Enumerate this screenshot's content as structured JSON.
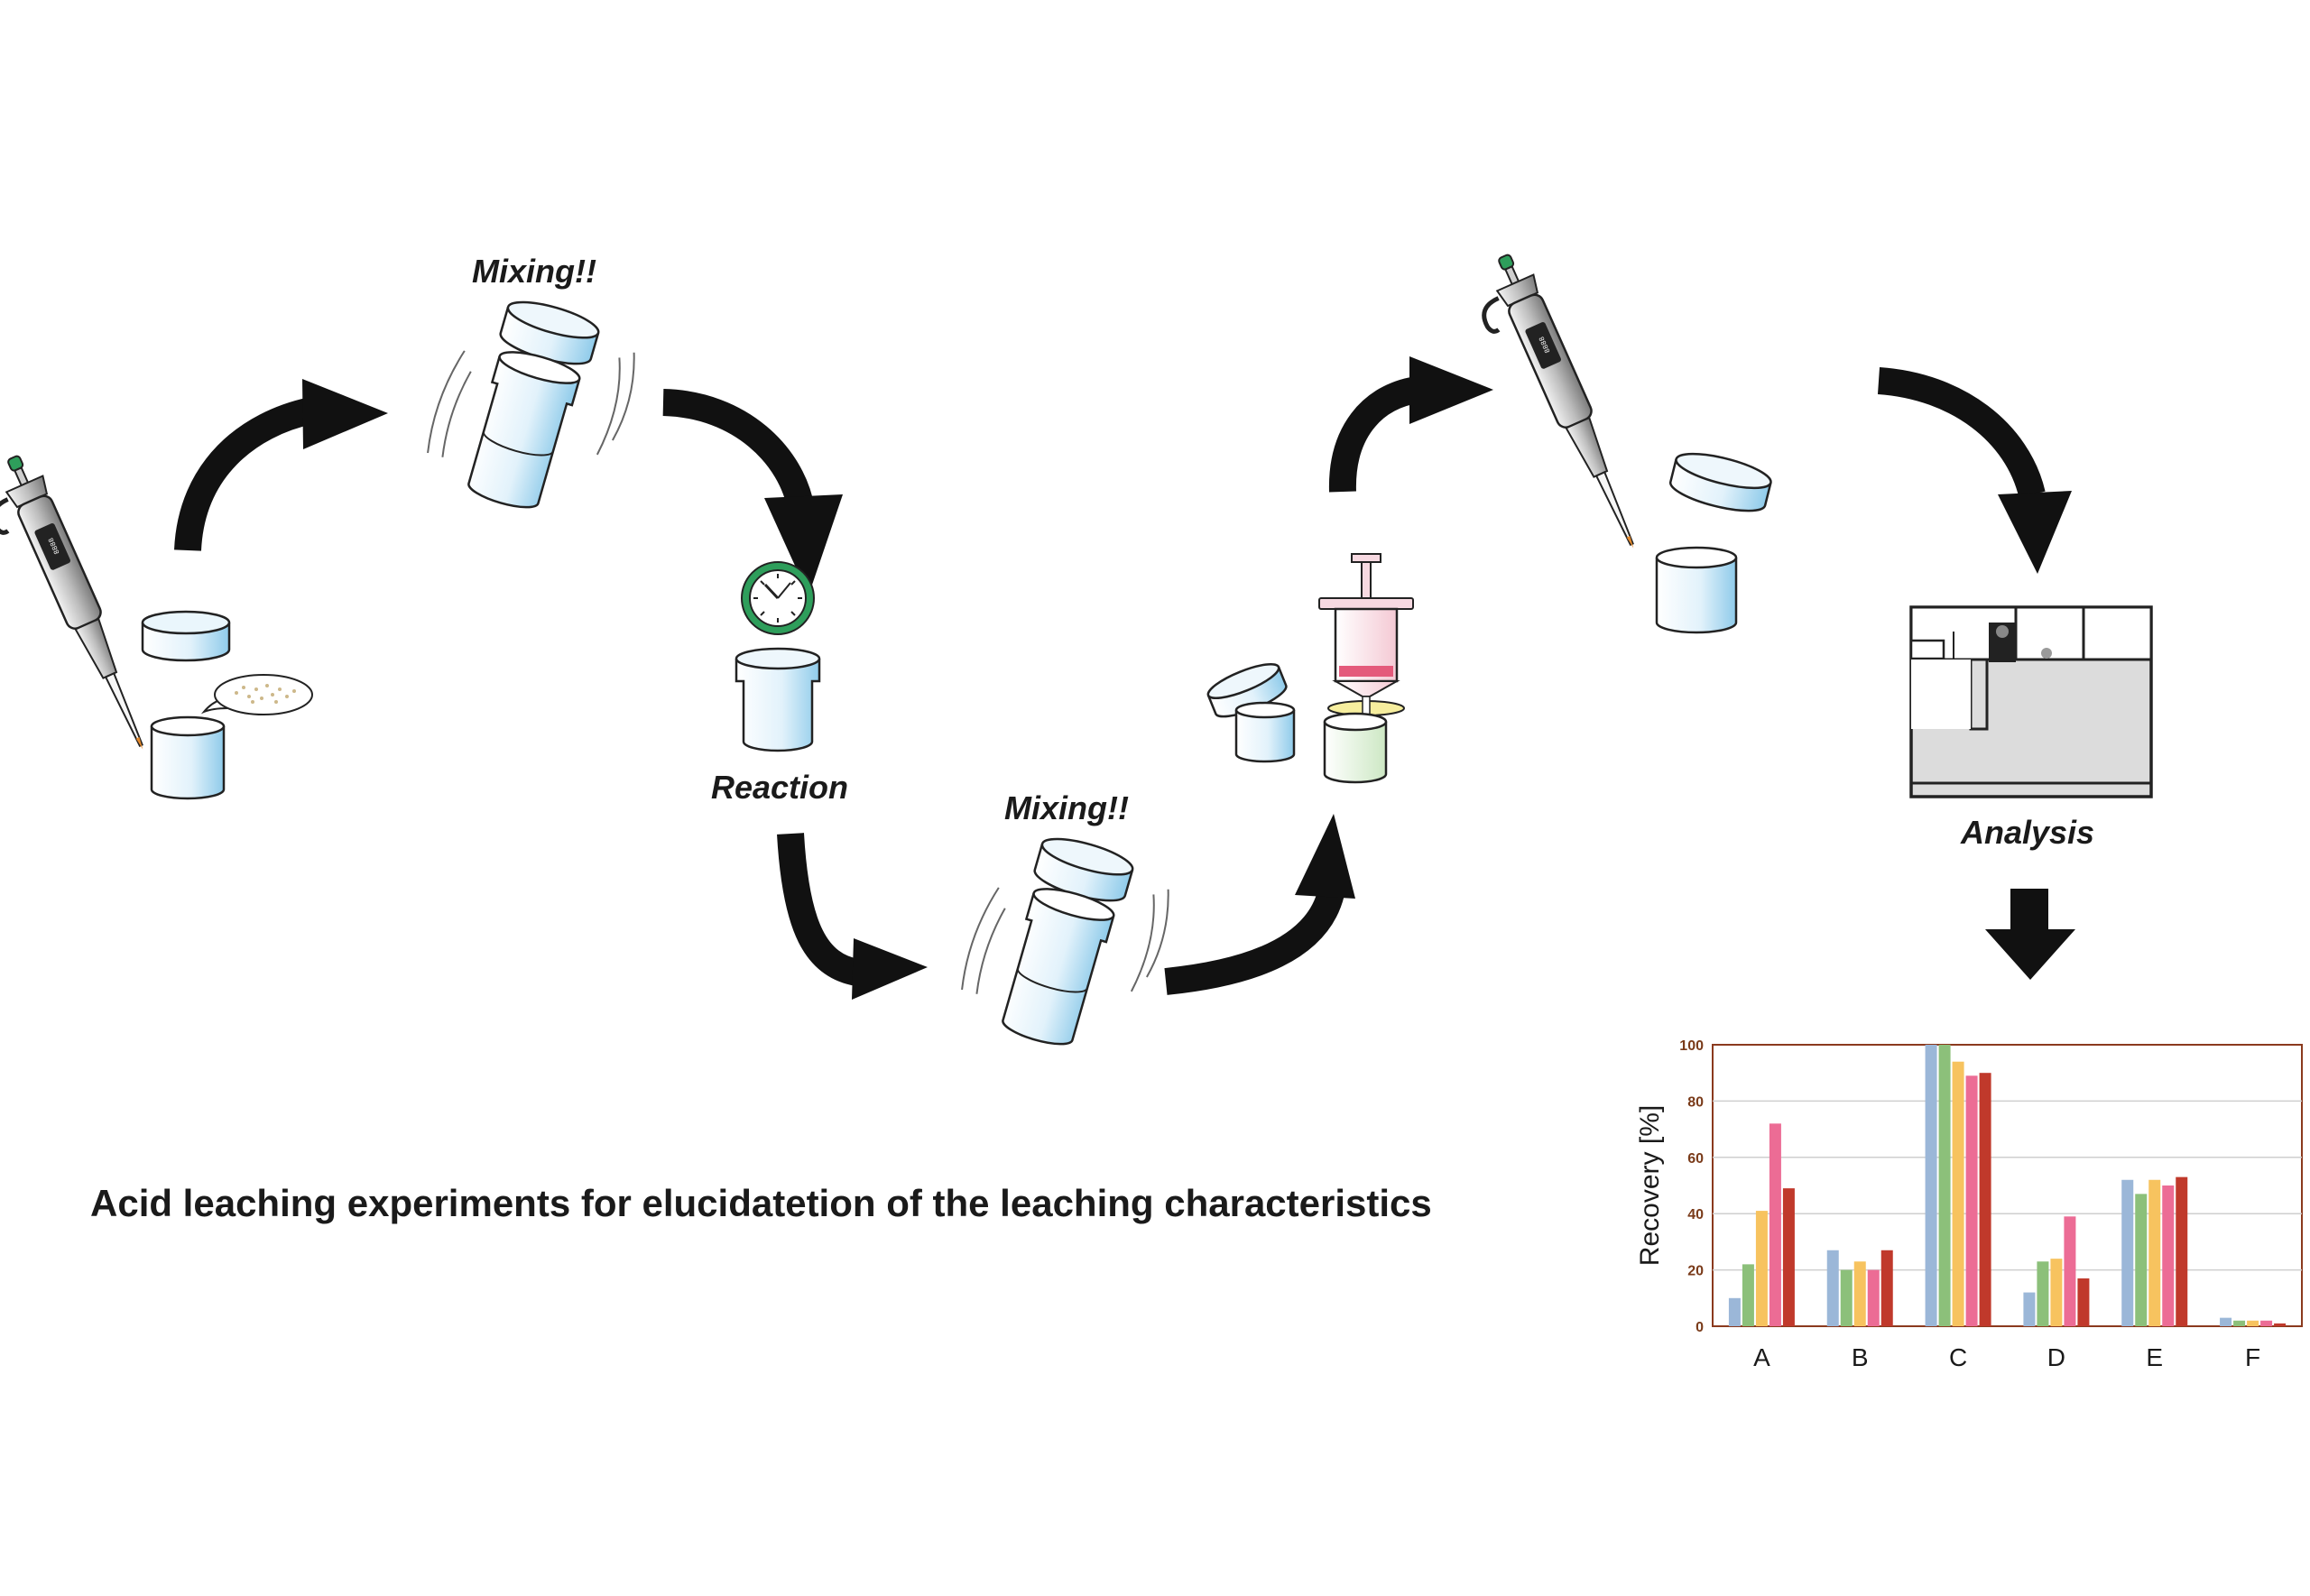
{
  "labels": {
    "mixing_1": "Mixing!!",
    "reaction": "Reaction",
    "mixing_2": "Mixing!!",
    "analysis": "Analysis"
  },
  "caption": "Acid leaching experiments for elucidatetion of the leaching characteristics",
  "pipette_display": "8888",
  "chart_data": {
    "type": "bar",
    "categories": [
      "A",
      "B",
      "C",
      "D",
      "E",
      "F"
    ],
    "ylabel": "Recovery [%]",
    "ylim": [
      0,
      100
    ],
    "yticks": [
      0,
      20,
      40,
      60,
      80,
      100
    ],
    "grid": true,
    "series_colors": [
      "#9bb7d8",
      "#8cc07a",
      "#f7c35f",
      "#ec6c95",
      "#c0392b"
    ],
    "series": [
      {
        "values": [
          10,
          27,
          100,
          12,
          52,
          3
        ]
      },
      {
        "values": [
          22,
          20,
          100,
          23,
          47,
          2
        ]
      },
      {
        "values": [
          41,
          23,
          94,
          24,
          52,
          2
        ]
      },
      {
        "values": [
          72,
          20,
          89,
          39,
          50,
          2
        ]
      },
      {
        "values": [
          49,
          27,
          90,
          17,
          53,
          1
        ]
      }
    ]
  }
}
